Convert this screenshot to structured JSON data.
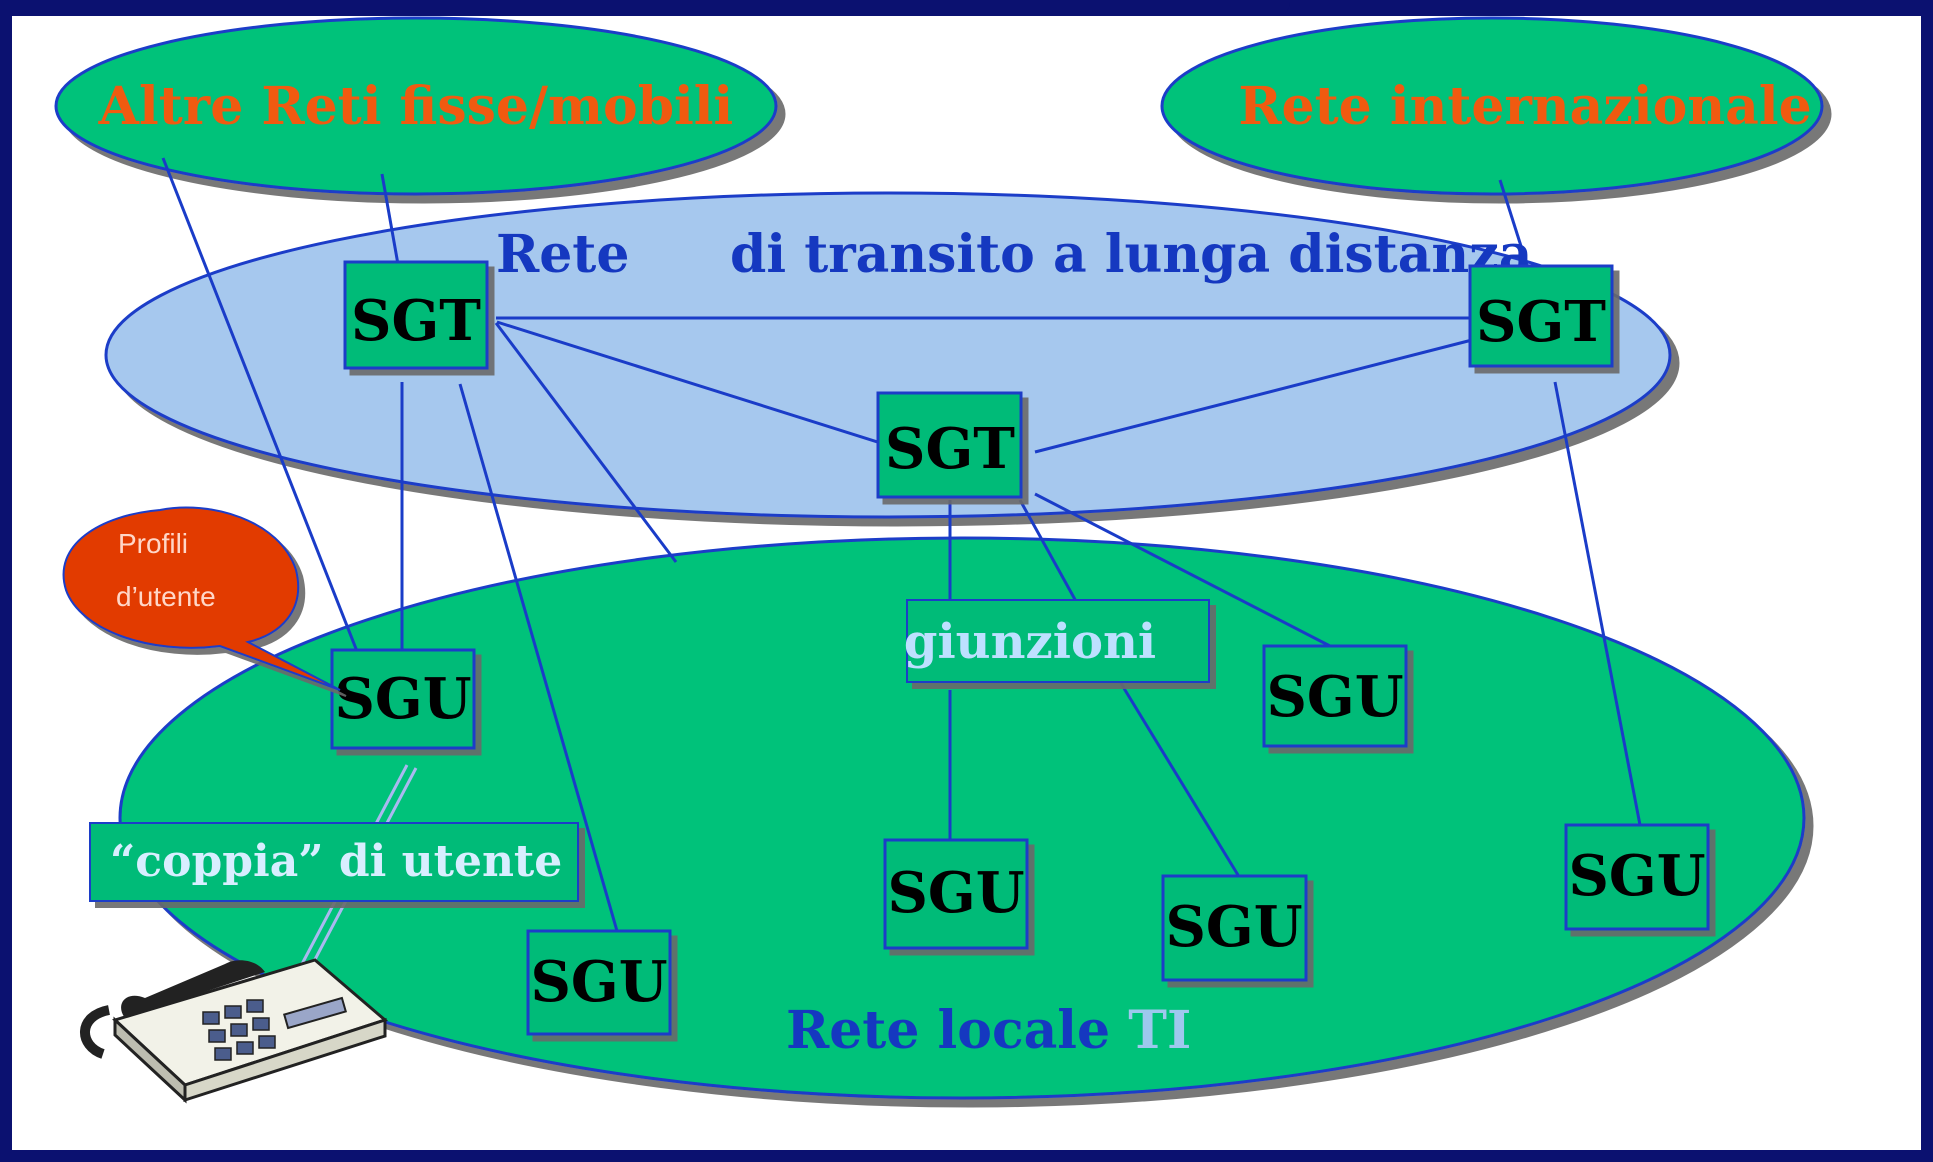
{
  "colors": {
    "frame": "#0b1170",
    "green": "#00c27a",
    "node_green": "#00bb78",
    "blue_ellipse": "#a6c8ee",
    "line_blue": "#1a3cc8",
    "title_orange": "#f05a10",
    "callout_red": "#e23a00"
  },
  "clouds": {
    "other_networks": "Altre Reti fisse/mobili",
    "international": "Rete internazionale"
  },
  "transit_network": {
    "label_part1": "Rete",
    "label_part2": "di transito a lunga distanza"
  },
  "local_network": {
    "label_part1": "Rete locale ",
    "label_part2": "TI"
  },
  "nodes": {
    "sgt_left": "SGT",
    "sgt_right": "SGT",
    "sgt_center": "SGT",
    "sgu_left": "SGU",
    "sgu_bottom_left": "SGU",
    "sgu_center": "SGU",
    "sgu_center_right": "SGU",
    "sgu_right_mid": "SGU",
    "sgu_far_right": "SGU"
  },
  "labels": {
    "junctions": "giunzioni",
    "subscriber_pair": "“coppia” di utente"
  },
  "callout": {
    "line1": "Profili",
    "line2": "d’utente"
  },
  "icons": {
    "telephone": "telephone-icon"
  }
}
